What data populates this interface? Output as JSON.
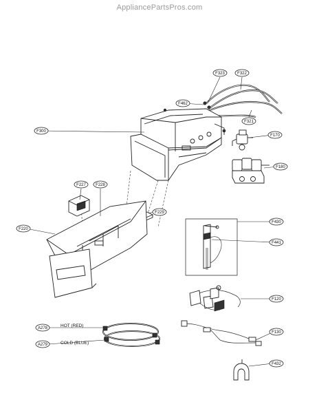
{
  "watermark": "AppliancePartsPros.com",
  "callouts": {
    "f323": "F323",
    "f322": "F322",
    "f462": "F462",
    "f321": "F321",
    "f300": "F300",
    "f170": "F170",
    "f180": "F180",
    "f227": "F227",
    "f228": "F228",
    "f229": "F229",
    "f220": "F220",
    "f430": "F430",
    "f441": "F441",
    "f120": "F120",
    "a278": "A278",
    "a279": "A279",
    "f130": "F130",
    "f432": "F432"
  },
  "hose_labels": {
    "hot": "HOT (RED)",
    "cold": "COLD (BLUE)"
  }
}
